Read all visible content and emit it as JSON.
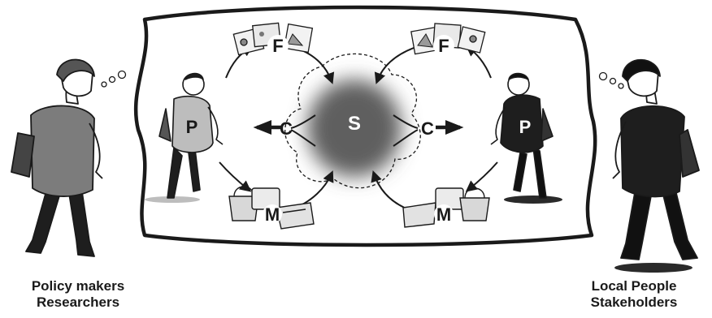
{
  "nodes": {
    "center": "S",
    "left": {
      "frame": "F",
      "person": "P",
      "connector": "C",
      "materials": "M"
    },
    "right": {
      "frame": "F",
      "person": "P",
      "connector": "C",
      "materials": "M"
    }
  },
  "captions": {
    "left": {
      "line1": "Policy makers",
      "line2": "Researchers"
    },
    "right": {
      "line1": "Local People",
      "line2": "Stakeholders"
    }
  },
  "colors": {
    "ink": "#1a1a1a",
    "shirt_left": "#7c7c7c",
    "shirt_right": "#1e1e1e",
    "cloud": "#5e5e5e"
  }
}
